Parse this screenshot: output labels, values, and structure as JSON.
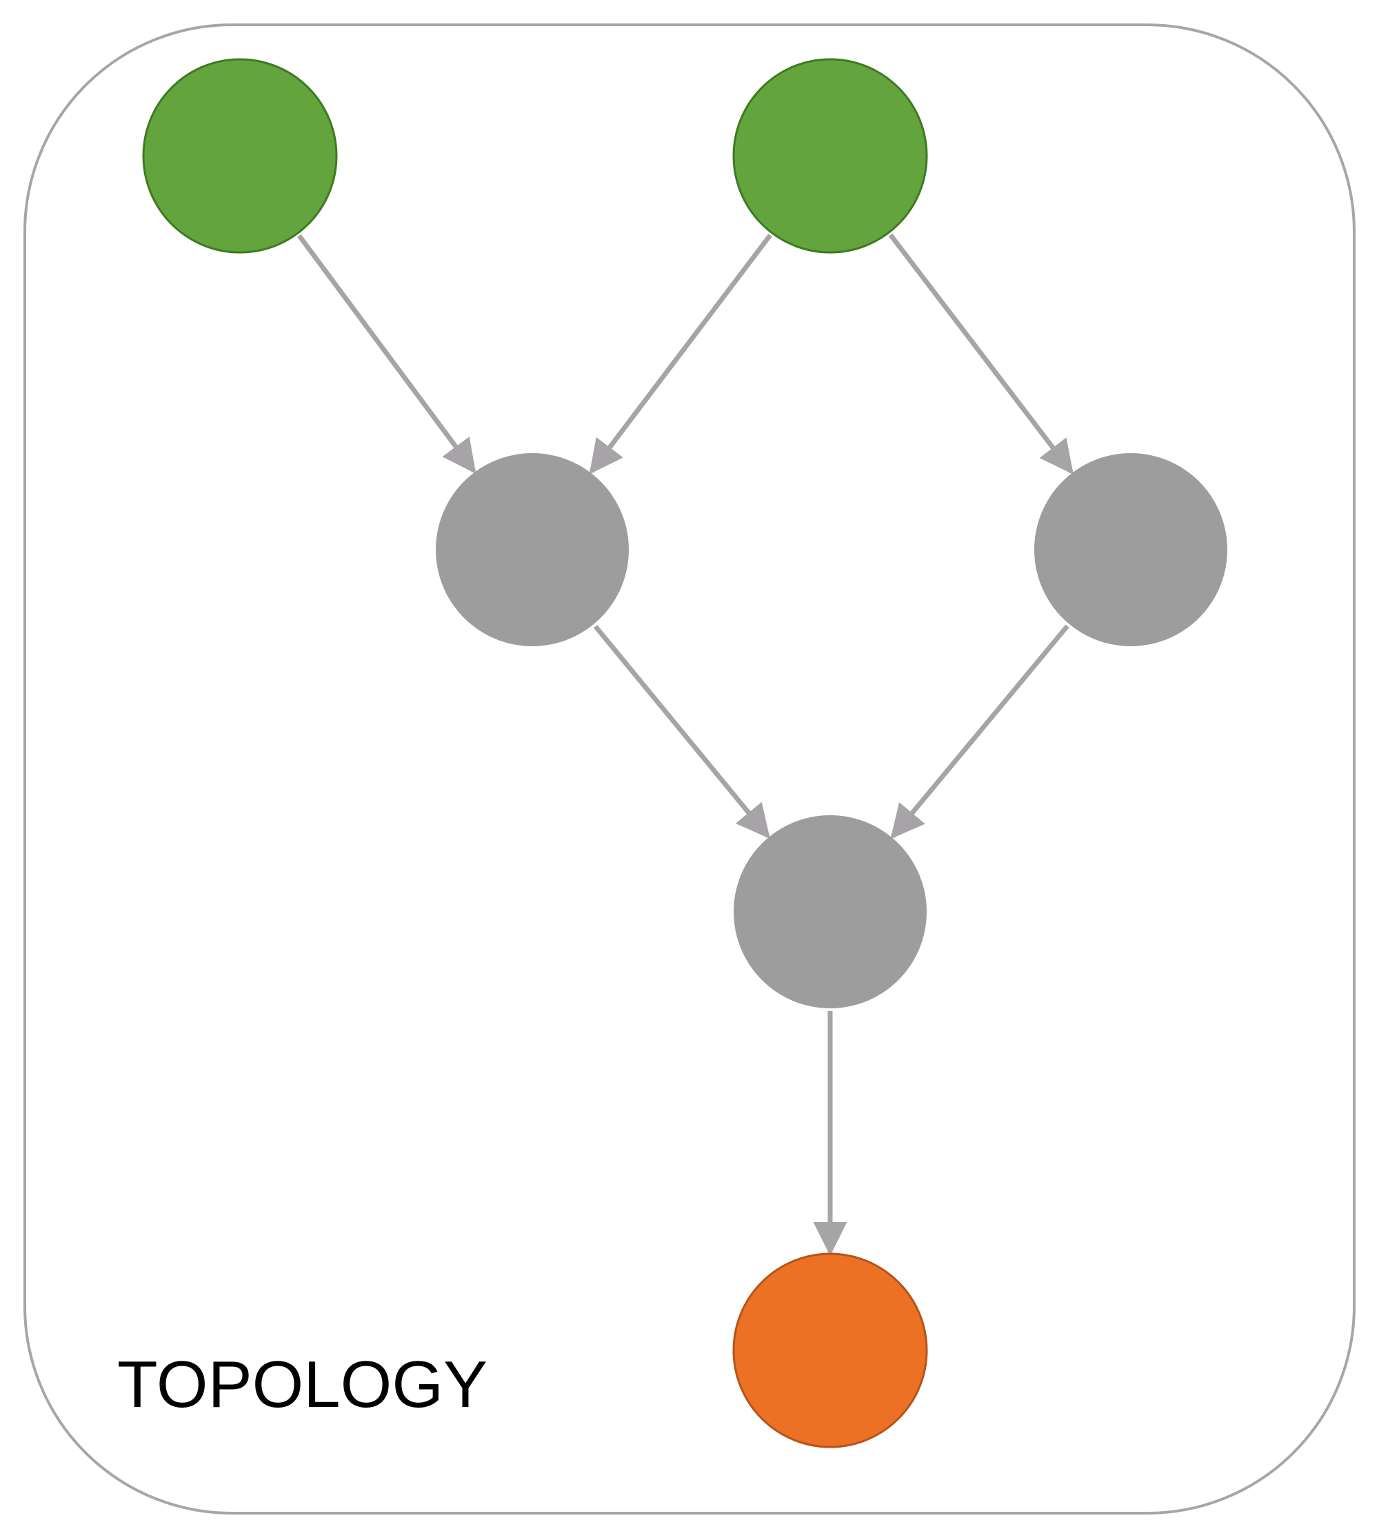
{
  "title": "TOPOLOGY",
  "colors": {
    "frame": "#a6a6a6",
    "edge": "#a6a4a6",
    "source": "#63a43d",
    "source_border": "#3e7a22",
    "processor": "#9e9d9e",
    "sink": "#ec7124",
    "sink_border": "#b4541a"
  },
  "nodes": [
    {
      "id": "source-1",
      "role": "source"
    },
    {
      "id": "source-2",
      "role": "source"
    },
    {
      "id": "processor-1",
      "role": "processor"
    },
    {
      "id": "processor-2",
      "role": "processor"
    },
    {
      "id": "processor-3",
      "role": "processor"
    },
    {
      "id": "sink-1",
      "role": "sink"
    }
  ],
  "edges": [
    {
      "from": "source-1",
      "to": "processor-1"
    },
    {
      "from": "source-2",
      "to": "processor-1"
    },
    {
      "from": "source-2",
      "to": "processor-2"
    },
    {
      "from": "processor-1",
      "to": "processor-3"
    },
    {
      "from": "processor-2",
      "to": "processor-3"
    },
    {
      "from": "processor-3",
      "to": "sink-1"
    }
  ]
}
